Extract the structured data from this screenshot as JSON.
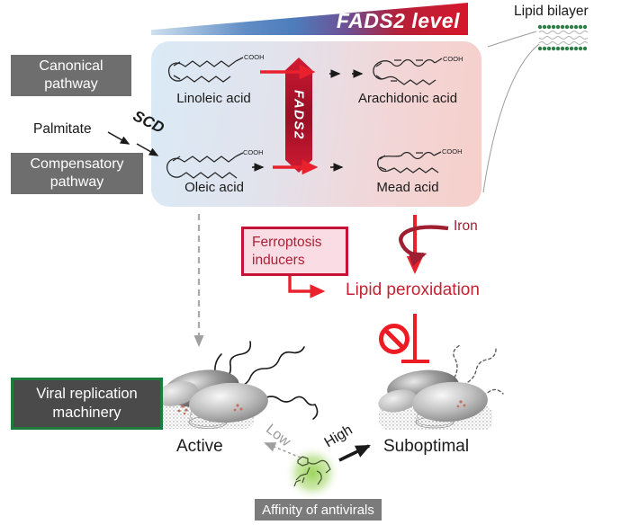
{
  "header": {
    "wedge_label": "FADS2 level",
    "lipid_bilayer_label": "Lipid bilayer"
  },
  "pathways": {
    "canonical_label": "Canonical\npathway",
    "compensatory_label": "Compensatory\npathway",
    "palmitate": "Palmitate",
    "scd": "SCD",
    "fads2_arrow_label": "FADS2",
    "cooh": "COOH",
    "acids": {
      "linoleic": "Linoleic acid",
      "arachidonic": "Arachidonic acid",
      "oleic": "Oleic acid",
      "mead": "Mead acid"
    }
  },
  "ferroptosis": {
    "box_label": "Ferroptosis\ninducers",
    "iron": "Iron",
    "lipid_peroxidation": "Lipid peroxidation"
  },
  "viral": {
    "box_label": "Viral replication\nmachinery",
    "active": "Active",
    "suboptimal": "Suboptimal",
    "low": "Low",
    "high": "High",
    "affinity_label": "Affinity of antivirals"
  },
  "colors": {
    "accent_red": "#e8212d",
    "dark_red": "#9e1f32",
    "crimson_arrow": "#c41334",
    "gray_box": "#6e6e6e",
    "dark_gray_box": "#4a4a4a",
    "green_border": "#1f7a3e",
    "panel_blue": "#daeaf6",
    "panel_pink": "#f6cfca"
  }
}
